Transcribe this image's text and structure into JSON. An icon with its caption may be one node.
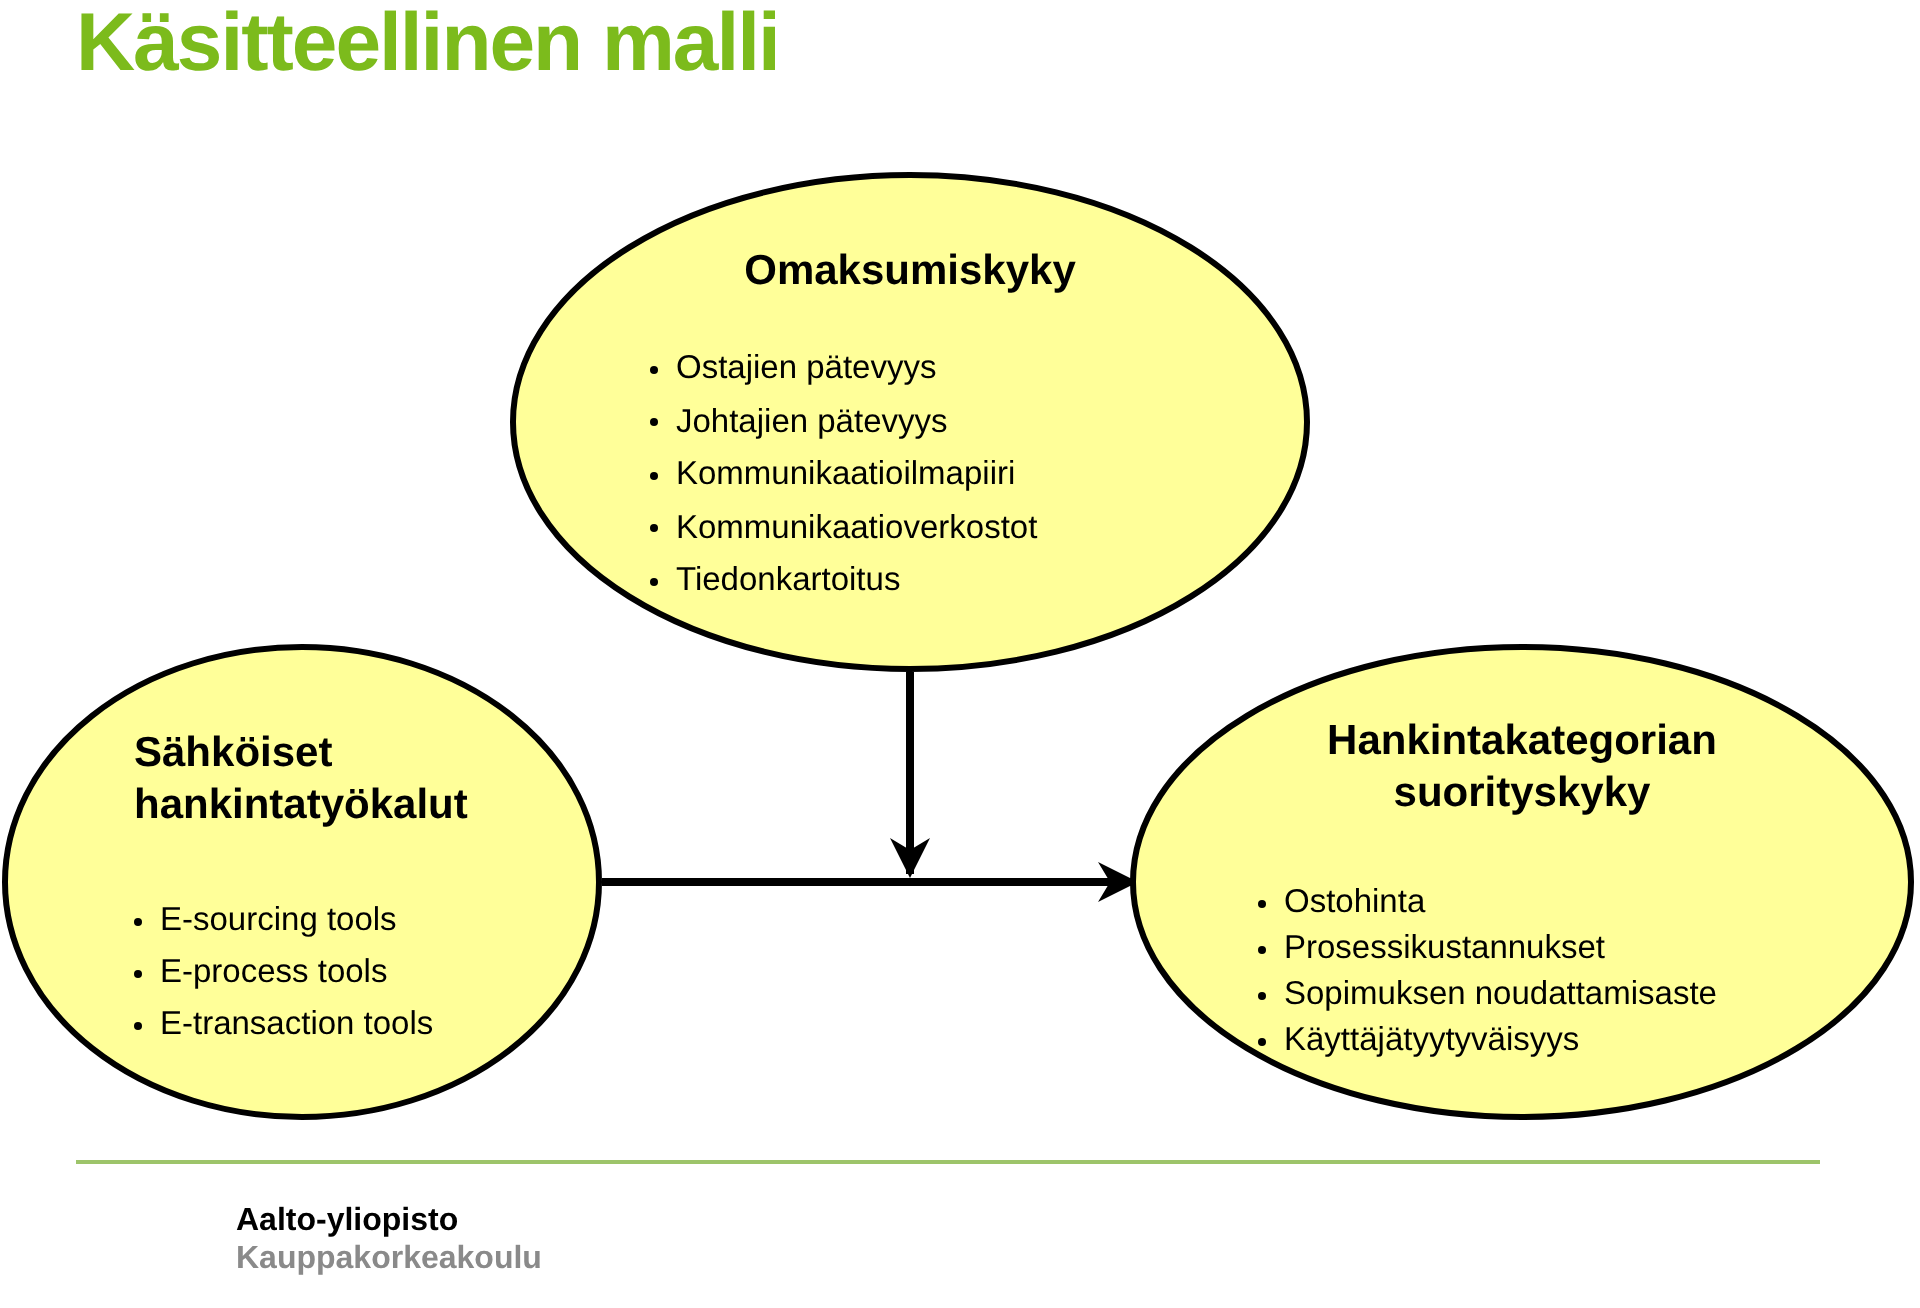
{
  "diagram": {
    "title": "Käsitteellinen malli",
    "nodes": [
      {
        "text": [
          "Omaksumiskyky",
          "Ostajien pätevyys",
          "Johtajien pätevyys",
          "Kommunikaatioilmapiiri",
          "Kommunikaatioverkostot",
          "Tiedonkartoitus"
        ]
      },
      {
        "text": [
          "Sähköiset hankintatyökalut",
          "E-sourcing tools",
          "E-process tools",
          "E-transaction tools"
        ]
      },
      {
        "text": [
          "Hankintakategorian suorityskyky",
          "Ostohinta",
          "Prosessikustannukset",
          "Sopimuksen noudattamisaste",
          "Käyttäjätyytyväisyys"
        ]
      }
    ],
    "edges": [
      {
        "from": 1,
        "to": 2,
        "arrow": "to"
      },
      {
        "from": 0,
        "to": null,
        "arrow": "to"
      }
    ],
    "labels": [
      "Aalto-yliopisto",
      "Kauppakorkeakoulu"
    ]
  }
}
